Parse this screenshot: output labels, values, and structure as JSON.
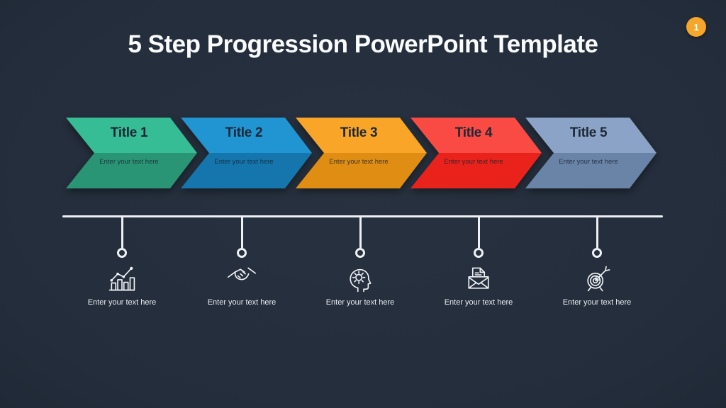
{
  "slide": {
    "title": "5 Step Progression PowerPoint Template",
    "page_badge": "1",
    "colors": {
      "background": "#232d3b",
      "badge": "#f6a62b",
      "timeline": "#eef1f4",
      "chevron_text": "#1d2836"
    }
  },
  "steps": [
    {
      "title": "Title 1",
      "subtitle": "Enter your text here",
      "caption": "Enter your text here",
      "top": "#36bd95",
      "bottom": "#2a9575",
      "icon": "growth-chart-icon"
    },
    {
      "title": "Title 2",
      "subtitle": "Enter your text here",
      "caption": "Enter your text here",
      "top": "#2095d1",
      "bottom": "#1476ac",
      "icon": "handshake-icon"
    },
    {
      "title": "Title 3",
      "subtitle": "Enter your text here",
      "caption": "Enter your text here",
      "top": "#f9a628",
      "bottom": "#e08d13",
      "icon": "head-gear-icon"
    },
    {
      "title": "Title 4",
      "subtitle": "Enter your text here",
      "caption": "Enter your text here",
      "top": "#f94b43",
      "bottom": "#e9221b",
      "icon": "envelope-document-icon"
    },
    {
      "title": "Title 5",
      "subtitle": "Enter your text here",
      "caption": "Enter your text here",
      "top": "#8ba3c6",
      "bottom": "#6a84a8",
      "icon": "target-arrow-icon"
    }
  ]
}
